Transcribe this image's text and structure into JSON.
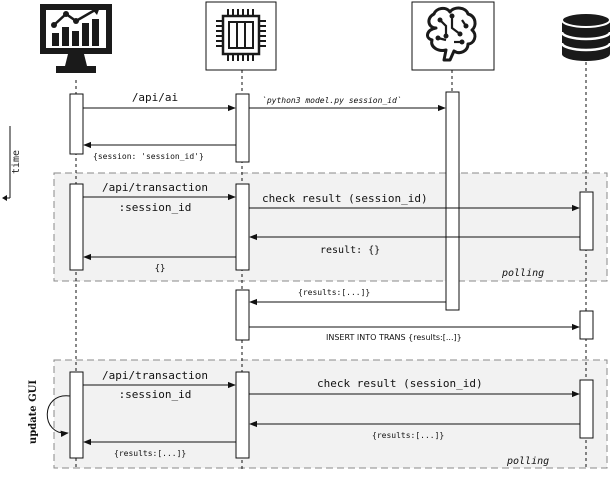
{
  "participants": [
    {
      "id": "client",
      "icon": "monitor-chart-icon"
    },
    {
      "id": "server",
      "icon": "cpu-chip-icon"
    },
    {
      "id": "model",
      "icon": "ai-brain-icon"
    },
    {
      "id": "database",
      "icon": "database-icon"
    }
  ],
  "time_label": "time",
  "messages": {
    "api_ai": "/api/ai",
    "python_cmd": "`python3 model.py session_id`",
    "session_resp": "{session: 'session_id'}",
    "api_transaction_1a": "/api/transaction",
    "api_transaction_1b": ":session_id",
    "check_result_1": "check result (session_id)",
    "result_empty": "result: {}",
    "empty_resp": "{}",
    "results_from_model": "{results:[...]}",
    "insert_trans": "INSERT INTO TRANS {results:[...]}",
    "api_transaction_2a": "/api/transaction",
    "api_transaction_2b": ":session_id",
    "check_result_2": "check result (session_id)",
    "results_from_db": "{results:[...]}",
    "results_to_client": "{results:[...]}",
    "update_gui": "update GUI"
  },
  "frames": [
    {
      "label": "polling"
    },
    {
      "label": "polling"
    }
  ],
  "colors": {
    "stroke": "#111111",
    "frame_fill": "#f2f2f2",
    "frame_border": "#8a8a8a",
    "activation_fill": "#ffffff",
    "icon_fill": "#1a1a1a"
  }
}
